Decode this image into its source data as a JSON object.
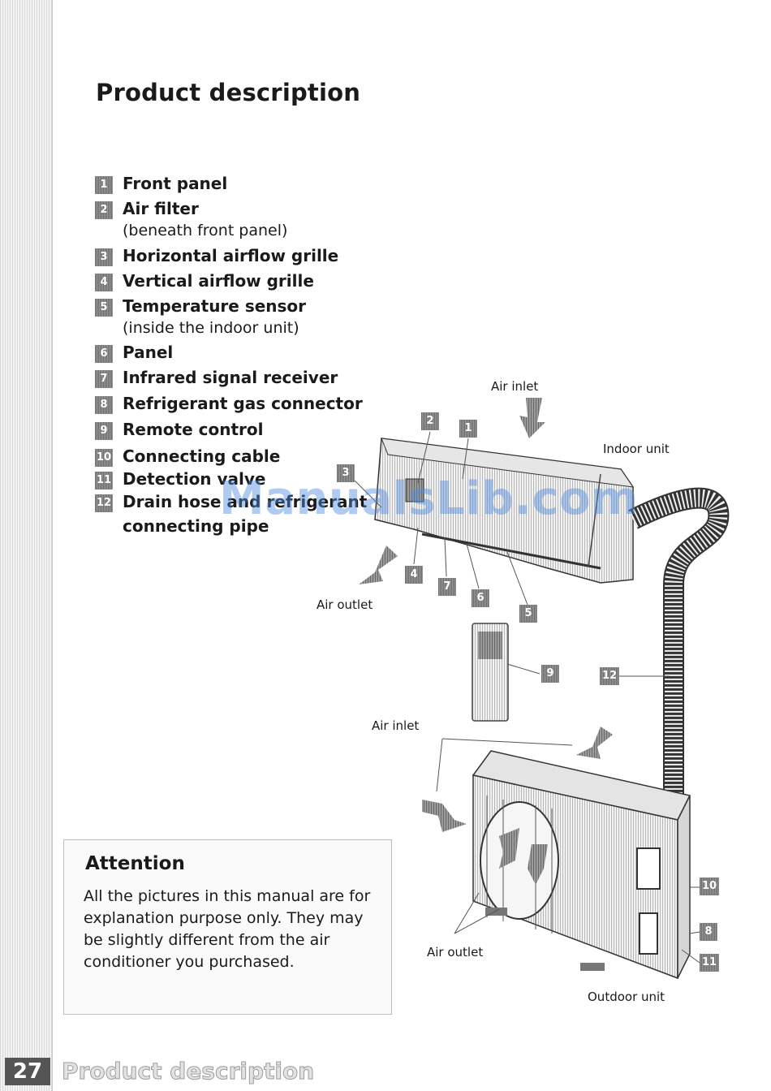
{
  "page": {
    "title": "Product description"
  },
  "parts": [
    {
      "num": "1",
      "name": "Front panel",
      "note": ""
    },
    {
      "num": "2",
      "name": "Air filter",
      "note": "(beneath front panel)"
    },
    {
      "num": "3",
      "name": "Horizontal airflow grille",
      "note": ""
    },
    {
      "num": "4",
      "name": "Vertical airflow grille",
      "note": ""
    },
    {
      "num": "5",
      "name": "Temperature sensor",
      "note": "(inside the indoor unit)"
    },
    {
      "num": "6",
      "name": "Panel",
      "note": ""
    },
    {
      "num": "7",
      "name": "Infrared signal receiver",
      "note": ""
    },
    {
      "num": "8",
      "name": "Refrigerant gas connector",
      "note": ""
    },
    {
      "num": "9",
      "name": "Remote control",
      "note": ""
    },
    {
      "num": "10",
      "name": "Connecting cable",
      "note": ""
    },
    {
      "num": "11",
      "name": "Detection valve",
      "note": ""
    },
    {
      "num": "12",
      "name": "Drain hose and refrigerant",
      "note": "connecting pipe"
    }
  ],
  "diagram": {
    "labels": {
      "air_inlet_top": "Air inlet",
      "indoor_unit": "Indoor unit",
      "air_outlet_top": "Air outlet",
      "air_inlet_bottom": "Air inlet",
      "air_outlet_bottom": "Air outlet",
      "outdoor_unit": "Outdoor unit"
    },
    "callouts": {
      "c1": "1",
      "c2": "2",
      "c3": "3",
      "c4": "4",
      "c5": "5",
      "c6": "6",
      "c7": "7",
      "c8": "8",
      "c9": "9",
      "c10": "10",
      "c11": "11",
      "c12": "12"
    },
    "watermark": "ManualsLib.com"
  },
  "attention": {
    "title": "Attention",
    "body": "All the pictures in this manual are for explanation purpose only. They may be slightly different from the air conditioner you purchased."
  },
  "footer": {
    "page_number": "27",
    "section": "Product description"
  }
}
